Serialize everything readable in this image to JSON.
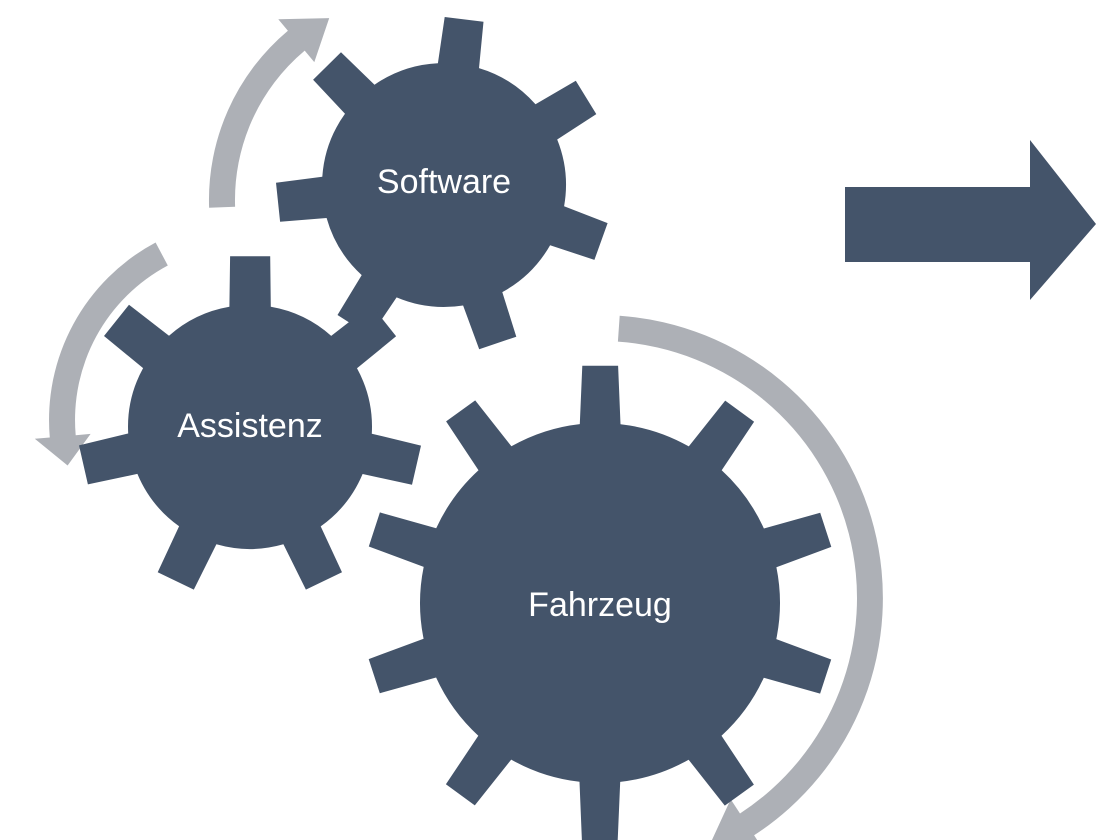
{
  "diagram": {
    "gears": [
      {
        "id": "software",
        "label": "Software"
      },
      {
        "id": "assistenz",
        "label": "Assistenz"
      },
      {
        "id": "fahrzeug",
        "label": "Fahrzeug"
      }
    ]
  },
  "colors": {
    "gear_fill": "#44546a",
    "cycle_arrow": "#adb0b6",
    "block_arrow": "#44546a",
    "background": "#ffffff",
    "label_text": "#ffffff"
  }
}
